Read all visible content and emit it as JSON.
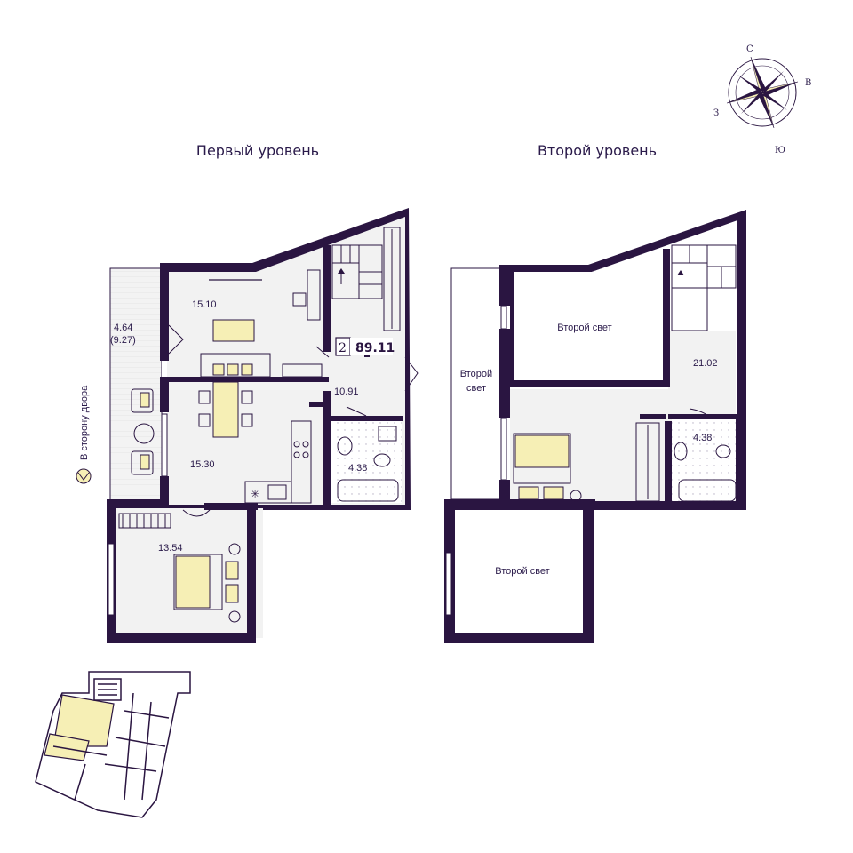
{
  "levels": {
    "first_title": "Первый уровень",
    "second_title": "Второй уровень"
  },
  "compass": {
    "north": "С",
    "east": "В",
    "west": "З",
    "south": "Ю"
  },
  "apartment": {
    "rooms_count": "2",
    "total_area": "89.11"
  },
  "first_level_rooms": {
    "balcony_area": "4.64",
    "balcony_area_full": "(9.27)",
    "living": "15.10",
    "kitchen": "15.30",
    "hall": "10.91",
    "bath": "4.38",
    "bedroom": "13.54"
  },
  "second_level_rooms": {
    "second_light_left": "Второй",
    "second_light_left_2": "свет",
    "second_light_top": "Второй свет",
    "second_light_bottom": "Второй свет",
    "room": "21.02",
    "bath": "4.38"
  },
  "courtyard_label": "В сторону двора",
  "colors": {
    "wall": "#2a1541",
    "accent": "#f6efb5",
    "floor": "#f2f2f2"
  }
}
